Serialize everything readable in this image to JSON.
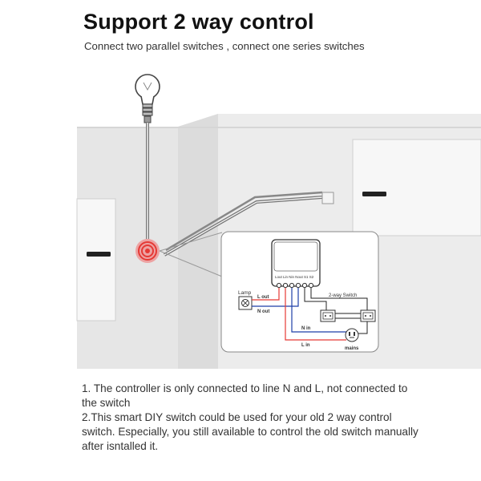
{
  "header": {
    "title": "Support 2 way control",
    "subtitle": "Connect two parallel switches , connect one series switches"
  },
  "diagram": {
    "lamp_label": "Lamp",
    "module_terminals": "Lout Lin  Nin Nout S1  S2",
    "l_out": "L out",
    "n_out": "N out",
    "two_way_switch": "2-way Switch",
    "n_in": "N in",
    "l_in": "L in",
    "mains": "mains",
    "colors": {
      "red_wire": "#e53935",
      "blue_wire": "#1e3fa8",
      "dark_wire": "#222222",
      "led": "#f06a6a"
    }
  },
  "notes": {
    "line1": "1. The controller is only connected to line N and L, not connected to the switch",
    "line2": "2.This smart DIY switch could be used for your old 2 way control switch. Especially, you still available to control the old switch manually after isntalled it."
  }
}
